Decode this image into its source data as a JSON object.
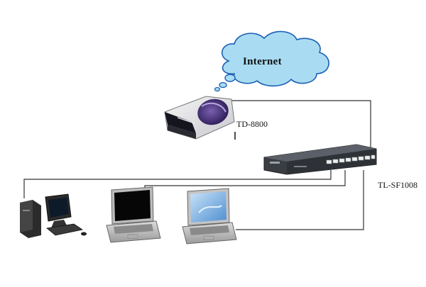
{
  "cloud": {
    "label": "Internet",
    "fill_color": "#a9dcf3",
    "outline_color": "#1a5fb4"
  },
  "modem": {
    "label": "TD-8800"
  },
  "switch": {
    "label": "TL-SF1008",
    "port_count": 8
  },
  "devices": [
    {
      "name": "desktop-computer"
    },
    {
      "name": "laptop",
      "screen": "black"
    },
    {
      "name": "laptop",
      "screen": "blue"
    }
  ],
  "colors": {
    "cable": "#333333",
    "device_body": "#c0c0c0",
    "switch_body": "#3a3d42"
  }
}
